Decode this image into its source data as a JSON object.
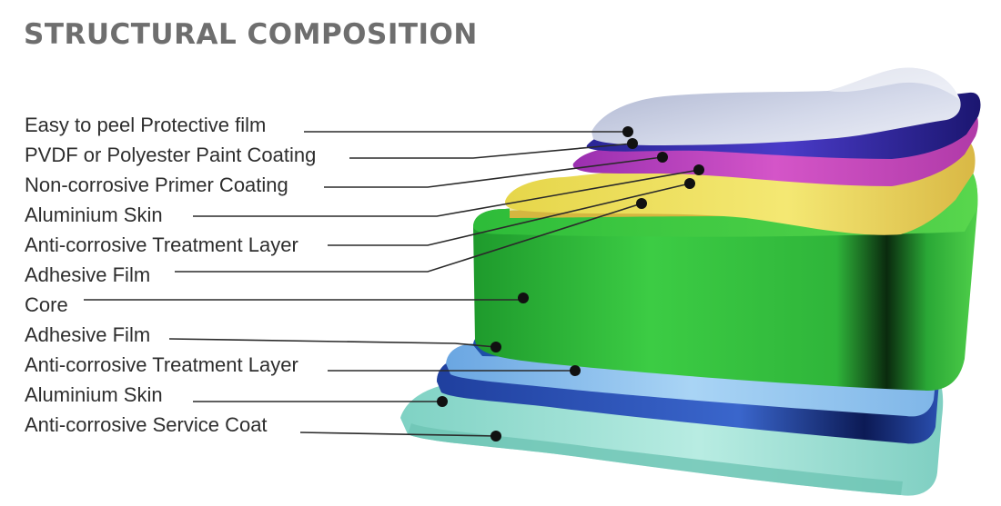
{
  "title": "STRUCTURAL COMPOSITION",
  "layers": [
    {
      "label": "Easy to peel Protective film"
    },
    {
      "label": "PVDF or Polyester Paint Coating"
    },
    {
      "label": "Non-corrosive Primer Coating"
    },
    {
      "label": "Aluminium Skin"
    },
    {
      "label": "Anti-corrosive Treatment Layer"
    },
    {
      "label": "Adhesive Film"
    },
    {
      "label": "Core"
    },
    {
      "label": "Adhesive Film"
    },
    {
      "label": "Anti-corrosive Treatment Layer"
    },
    {
      "label": "Aluminium Skin"
    },
    {
      "label": "Anti-corrosive Service Coat"
    }
  ],
  "colors": {
    "title": "#6e6e6e",
    "label_text": "#2e2e2e",
    "leader_line": "#2a2a2a",
    "protective_film": "#b9c0d6",
    "paint_coating": "#3a2fa8",
    "primer_coating": "#b23ab8",
    "aluminium_skin_top": "#e8d94a",
    "core": "#2cb33a",
    "treatment_layer_bottom": "#8fc4ee",
    "aluminium_skin_bottom": "#2a4fb0",
    "service_coat": "#9ee0d4"
  }
}
